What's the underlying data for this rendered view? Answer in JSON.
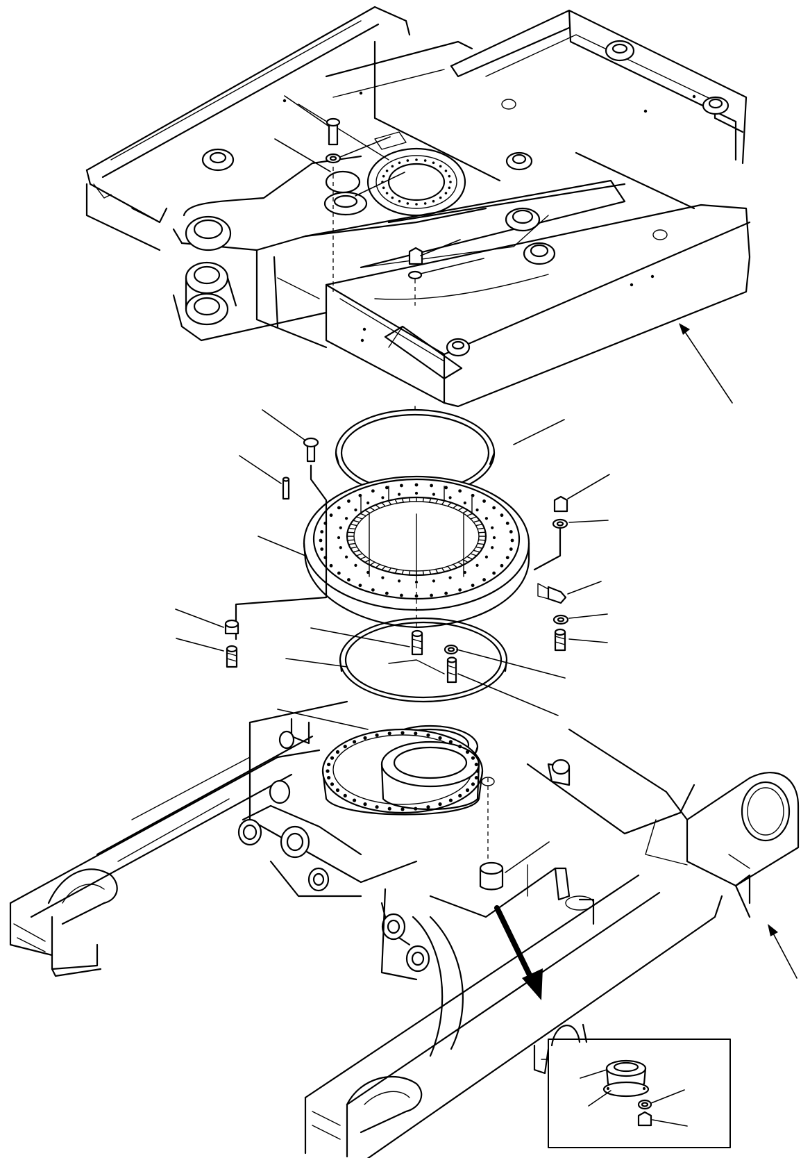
{
  "figure": {
    "type": "exploded-parts-diagram",
    "callout_labels": [],
    "colors": {
      "line": "#000000",
      "background": "#ffffff"
    },
    "components": [
      "revolving-frame",
      "swing-circle",
      "upper-seal-ring",
      "lower-seal-ring",
      "center-swivel-seal",
      "track-frame",
      "detail-inset"
    ]
  }
}
